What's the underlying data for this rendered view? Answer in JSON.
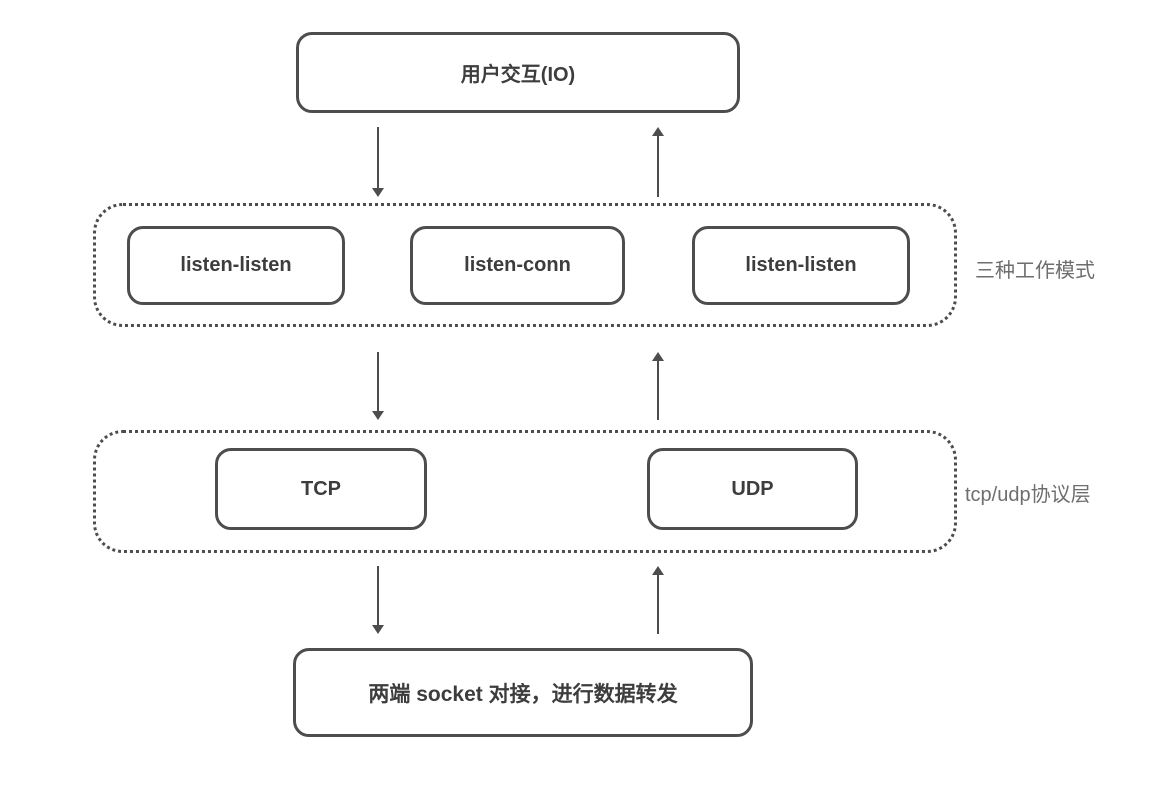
{
  "colors": {
    "border": "#4d4d4d",
    "text": "#3d3d3d",
    "label_text": "#6e6e6e",
    "bg": "#ffffff"
  },
  "top_box": {
    "label": "用户交互(IO)"
  },
  "modes_layer": {
    "boxes": [
      "listen-listen",
      "listen-conn",
      "listen-listen"
    ],
    "side_label": "三种工作模式"
  },
  "protocol_layer": {
    "boxes": [
      "TCP",
      "UDP"
    ],
    "side_label": "tcp/udp协议层"
  },
  "bottom_box": {
    "label": "两端 socket 对接，进行数据转发"
  },
  "diagram_data": {
    "type": "layered-flow",
    "flow": [
      "用户交互(IO)",
      "三种工作模式 (listen-listen | listen-conn | listen-listen)",
      "tcp/udp协议层 (TCP | UDP)",
      "两端 socket 对接，进行数据转发"
    ],
    "connections": "bidirectional (paired down/up arrows) between each adjacent layer"
  }
}
